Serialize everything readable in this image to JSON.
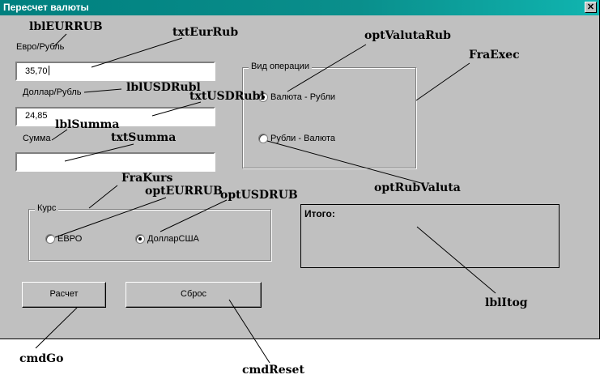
{
  "window": {
    "title": "Пересчет валюты",
    "close_glyph": "✕"
  },
  "labels": {
    "eur_rub": "Евро/Рубль",
    "usd_rub": "Доллар/Рубль",
    "summa": "Сумма"
  },
  "inputs": {
    "eur_rub": "35,70",
    "usd_rub": "24,85",
    "summa": ""
  },
  "frame_exec": {
    "caption": "Вид операции",
    "options": [
      {
        "label": "Валюта - Рубли",
        "checked": true
      },
      {
        "label": "Рубли - Валюта",
        "checked": false
      }
    ]
  },
  "frame_kurs": {
    "caption": "Курс",
    "options": [
      {
        "label": "ЕВРО",
        "checked": false
      },
      {
        "label": "ДолларСША",
        "checked": true
      }
    ]
  },
  "itog": {
    "label": "Итого:"
  },
  "buttons": {
    "go": "Расчет",
    "reset": "Сброс"
  },
  "annotations": {
    "lblEURRUB": "lblEURRUB",
    "txtEurRub": "txtEurRub",
    "optValutaRub": "optValutaRub",
    "FraExec": "FraExec",
    "lblUSDRubl": "lblUSDRubl",
    "txtUSDRubl": "txtUSDRubl",
    "lblSumma": "lblSumma",
    "txtSumma": "txtSumma",
    "FraKurs": "FraKurs",
    "optEURRUB": "optEURRUB",
    "optUSDRUB": "optUSDRUB",
    "optRubValuta": "optRubValuta",
    "lblItog": "lblItog",
    "cmdGo": "cmdGo",
    "cmdReset": "cmdReset"
  }
}
